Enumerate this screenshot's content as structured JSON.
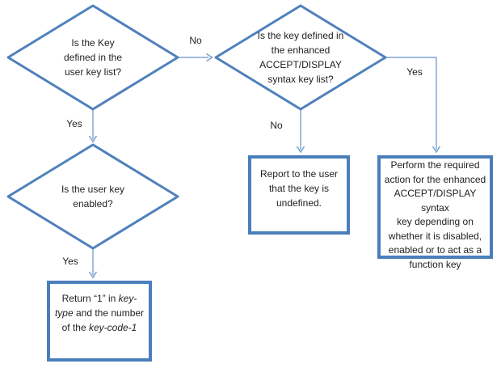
{
  "diagram": {
    "type": "flowchart",
    "colors": {
      "decision_stroke": "#4f81bd",
      "process_border": "#4a7ebb",
      "connector": "#7ba3d0",
      "text": "#1f1f1f",
      "background": "#ffffff"
    },
    "nodes": {
      "decision_user_key_list": {
        "shape": "diamond",
        "lines": [
          "Is the Key",
          "defined in the",
          "user key list?"
        ]
      },
      "decision_enhanced_syntax_list": {
        "shape": "diamond",
        "lines": [
          "Is the key defined in",
          "the enhanced",
          "ACCEPT/DISPLAY",
          "syntax key list?"
        ]
      },
      "decision_user_key_enabled": {
        "shape": "diamond",
        "lines": [
          "Is the user key",
          "enabled?"
        ]
      },
      "process_report_undefined": {
        "shape": "rectangle",
        "lines": [
          "Report to the user",
          "that the key is",
          "undefined."
        ]
      },
      "process_perform_action": {
        "shape": "rectangle",
        "lines": [
          "Perform the required",
          "action for the enhanced",
          "ACCEPT/DISPLAY syntax",
          "key depending on",
          "whether it is disabled,",
          "enabled or to act as a",
          "function key"
        ]
      },
      "process_return_key_type": {
        "shape": "rectangle",
        "rich_lines": [
          [
            {
              "t": "Return “1” in ",
              "i": false
            },
            {
              "t": "key-",
              "i": true
            }
          ],
          [
            {
              "t": "type",
              "i": true
            },
            {
              "t": " and the number",
              "i": false
            }
          ],
          [
            {
              "t": "of the ",
              "i": false
            },
            {
              "t": "key-code-1",
              "i": true
            }
          ]
        ]
      }
    },
    "edges": {
      "d1_to_d2_label": "No",
      "d1_to_d3_label": "Yes",
      "d2_to_report_label": "No",
      "d2_to_perform_label": "Yes",
      "d3_to_return_label": "Yes"
    }
  }
}
